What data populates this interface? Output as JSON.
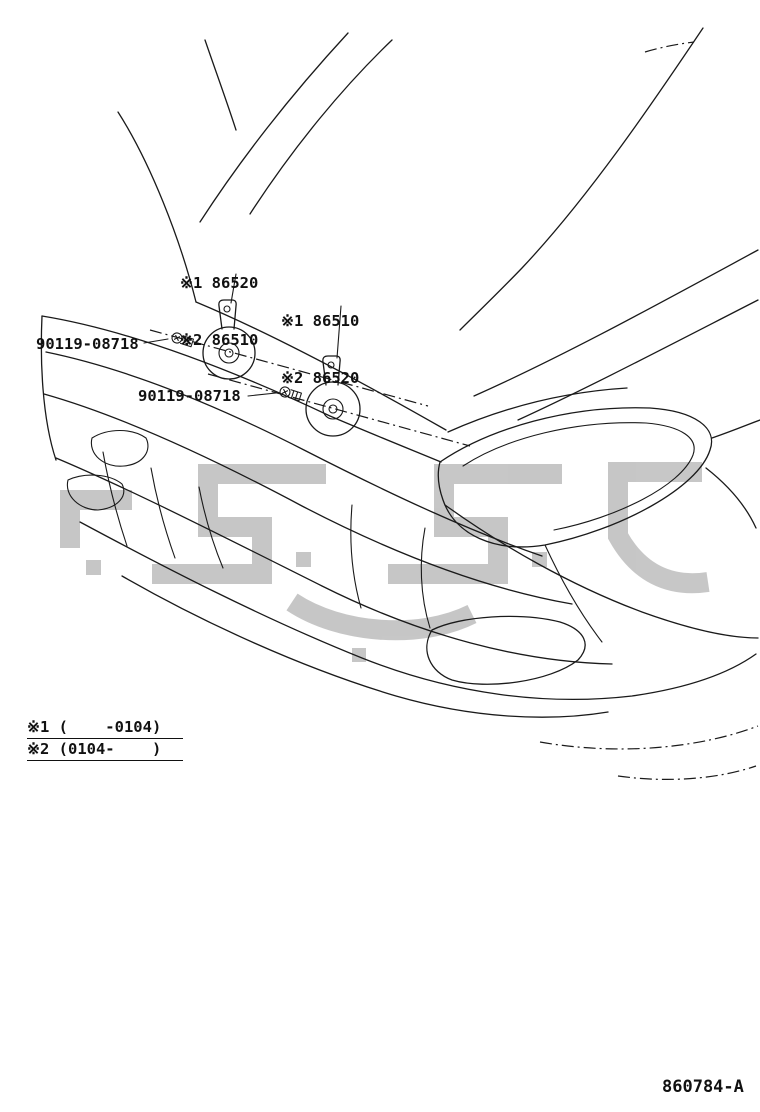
{
  "diagram": {
    "part_labels": [
      {
        "line1": "※1 86520",
        "line2": "※2 86510"
      },
      {
        "line1": "※1 86510",
        "line2": "※2 86520"
      }
    ],
    "bolt_labels": [
      {
        "text": "90119-08718"
      },
      {
        "text": "90119-08718"
      }
    ],
    "footnotes": [
      {
        "text": "※1 (    -0104)"
      },
      {
        "text": "※2 (0104-    )"
      }
    ],
    "drawing_number": "860784-A",
    "colors": {
      "line": "#1a1a1a",
      "watermark": "#8f8f8f",
      "background": "#ffffff"
    }
  }
}
